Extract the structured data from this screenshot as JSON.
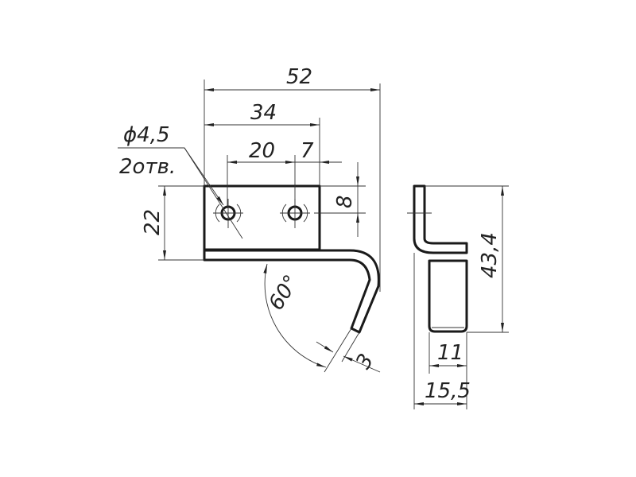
{
  "drawing": {
    "dimensions": {
      "overall_length": "52",
      "plate_length": "34",
      "hole_spacing": "20",
      "hole_edge_offset": "7",
      "hole_height": "8",
      "plate_height": "22",
      "bend_angle": "60°",
      "thickness": "3",
      "total_height": "43,4",
      "lower_width": "11",
      "total_width": "15,5"
    },
    "hole_note": {
      "diameter": "ϕ4,5",
      "count": "2отв."
    }
  }
}
